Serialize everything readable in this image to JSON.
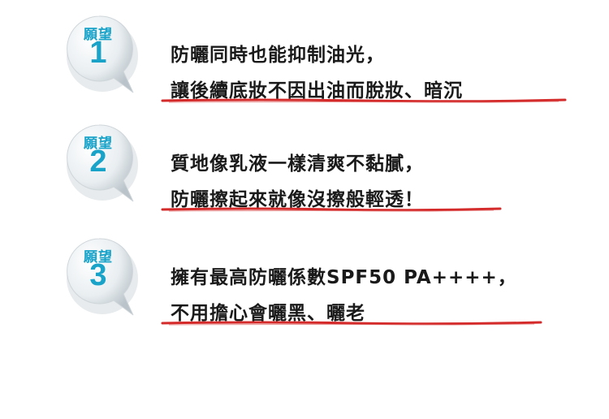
{
  "wishes": [
    {
      "badge_label": "願望",
      "badge_number": "1",
      "line1": "防曬同時也能抑制油光，",
      "line2": "讓後續底妝不因出油而脫妝、暗沉"
    },
    {
      "badge_label": "願望",
      "badge_number": "2",
      "line1": "質地像乳液一樣清爽不黏膩，",
      "line2": "防曬擦起來就像沒擦般輕透！"
    },
    {
      "badge_label": "願望",
      "badge_number": "3",
      "line1": "擁有最高防曬係數SPF50 PA++++，",
      "line2": "不用擔心會曬黑、曬老"
    }
  ],
  "colors": {
    "accent": "#1aa3c9",
    "underline": "#d42a2a",
    "text": "#1a1a1a"
  }
}
